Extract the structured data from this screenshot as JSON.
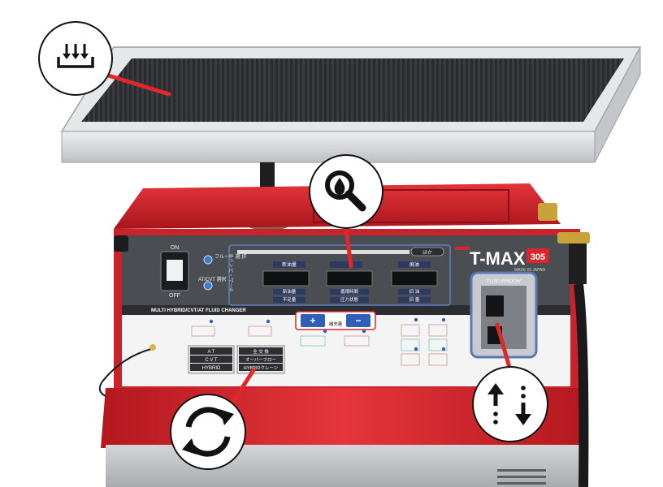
{
  "machine": {
    "brand": "T-MAX",
    "model_badge": "305",
    "made_in": "MADE IN JAPAN",
    "product_strip": "MULTI HYBRID/CVT/AT FLUID CHANGER",
    "colors": {
      "body_red": "#d8262c",
      "panel_dark": "#4a4d52",
      "tray_silver": "#d9dadc",
      "console_white": "#f4f4f4",
      "window_blue": "#5a78b8"
    }
  },
  "control_panel": {
    "power_on": "ON",
    "power_off": "OFF",
    "fluid_select": "フルード 選 択",
    "at_cvt_select": "AT/CVT 選択",
    "side_label": "ホーム・スイッチ",
    "cycle_label": "ほか",
    "displays": {
      "top": [
        "新油量",
        "",
        "廃油"
      ],
      "bottom": [
        "新油量",
        "循環時間",
        "旧 油"
      ],
      "footer": [
        "不足量",
        "圧力状態",
        "旧 量"
      ]
    },
    "adjust_label": "補充量",
    "plus": "+",
    "minus": "−",
    "mode_left": [
      "A T",
      "C V T",
      "HYBRID"
    ],
    "mode_right": [
      "全 交 換",
      "オーバーフロー",
      "HYBRIDクレーン"
    ],
    "fluid_window_title": "FLUID WINDOW"
  },
  "callouts": [
    {
      "id": "drain-tray",
      "icon": "tray-drain-icon",
      "target": "tray"
    },
    {
      "id": "inspect",
      "icon": "magnifier-drop-icon",
      "target": "displays"
    },
    {
      "id": "cycle",
      "icon": "cycle-arrows-icon",
      "target": "mode-buttons"
    },
    {
      "id": "flow",
      "icon": "up-down-flow-icon",
      "target": "fluid-window"
    }
  ]
}
